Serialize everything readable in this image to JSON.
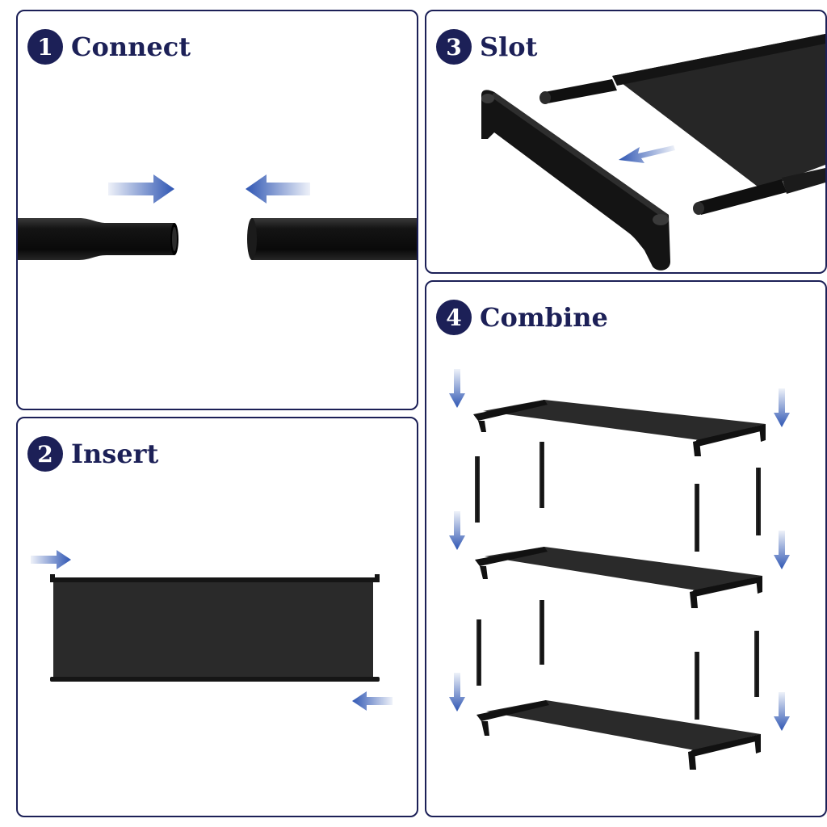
{
  "colors": {
    "border": "#1c2057",
    "badge": "#1c2057",
    "title": "#1c2057",
    "arrow": "#2f56b3",
    "part_black": "#111111",
    "fabric": "#2a2a2a"
  },
  "steps": [
    {
      "number": "1",
      "title": "Connect",
      "icon": "tube-connect-illustration"
    },
    {
      "number": "2",
      "title": "Insert",
      "icon": "fabric-insert-illustration"
    },
    {
      "number": "3",
      "title": "Slot",
      "icon": "slot-illustration"
    },
    {
      "number": "4",
      "title": "Combine",
      "icon": "shelf-stack-illustration"
    }
  ]
}
